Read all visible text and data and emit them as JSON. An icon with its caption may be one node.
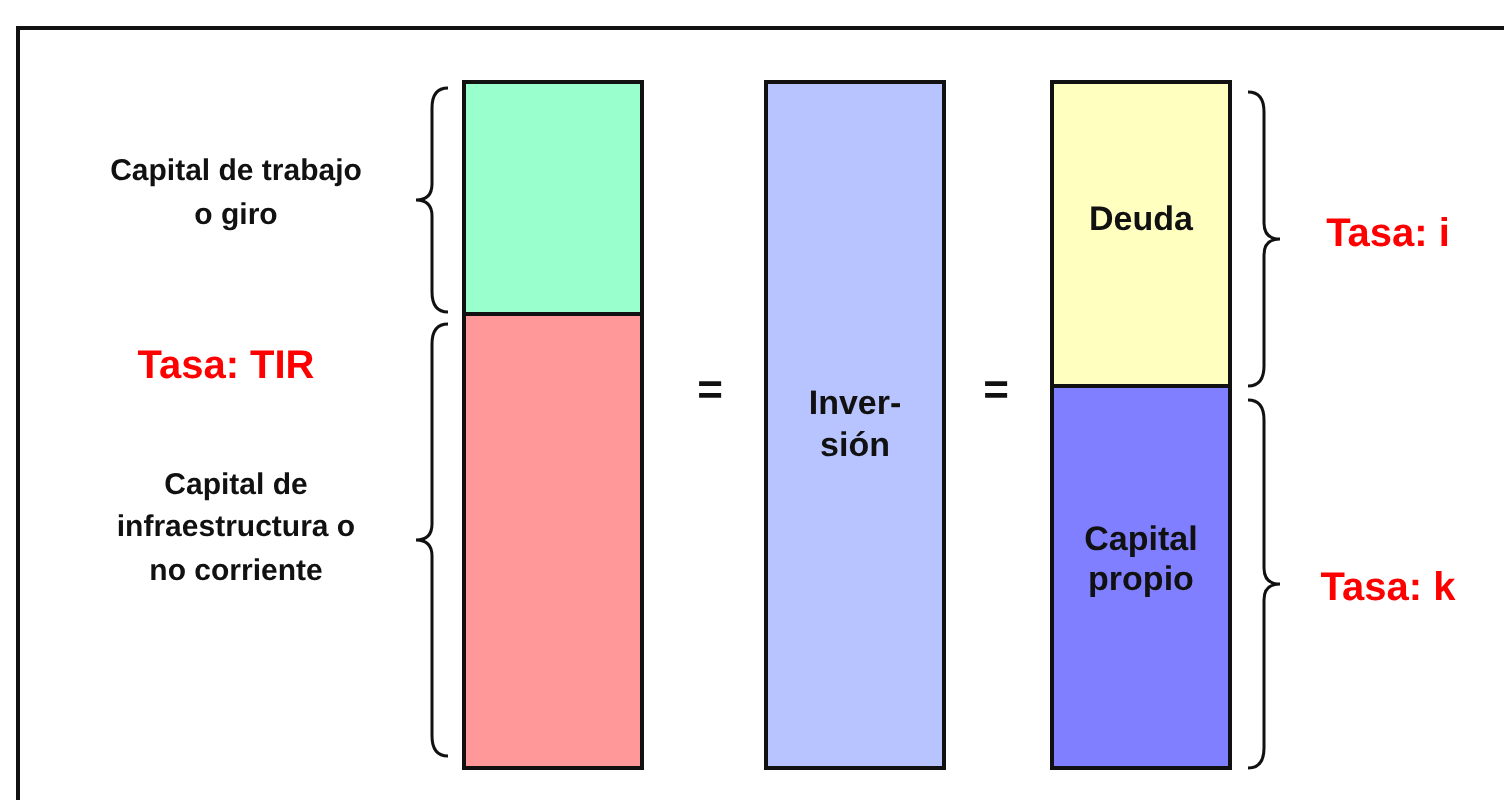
{
  "diagram": {
    "nodes": [
      {
        "text": [],
        "shape": "box",
        "beside": [
          "Capital de trabajo o giro"
        ]
      },
      {
        "text": [],
        "shape": "box",
        "beside": [
          "Tasa: TIR",
          "Capital de infraestructura o no corriente"
        ]
      },
      {
        "text": [
          "Inver- sión"
        ]
      },
      {
        "text": [
          "Deuda"
        ],
        "beside": [
          "Tasa: i"
        ]
      },
      {
        "text": [
          "Capital propio"
        ],
        "beside": [
          "Tasa: k"
        ]
      }
    ],
    "labels": [
      "=",
      "="
    ]
  }
}
